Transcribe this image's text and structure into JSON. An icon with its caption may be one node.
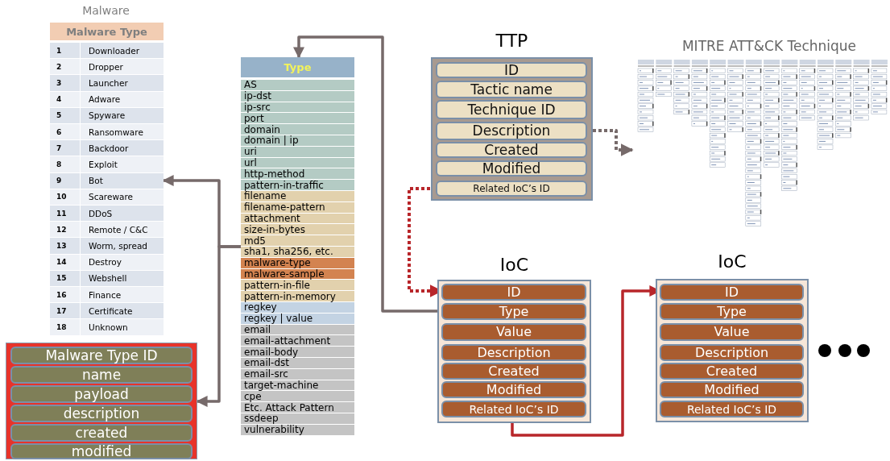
{
  "diagram": {
    "nodes": [
      {
        "text": [
          "Malware",
          "Malware Type"
        ]
      },
      {
        "text": [],
        "shape": "box"
      },
      {
        "text": [
          "Malware Type ID"
        ],
        "in": 1
      },
      {
        "text": [
          "name"
        ],
        "in": 1
      },
      {
        "text": [
          "payload"
        ],
        "in": 1
      },
      {
        "text": [
          "description"
        ],
        "in": 1
      },
      {
        "text": [
          "created"
        ],
        "in": 1
      },
      {
        "text": [
          "modified"
        ],
        "in": 1
      },
      {
        "text": [
          "Type"
        ]
      },
      {
        "text": [
          "TTP"
        ]
      },
      {
        "text": [
          "ID"
        ],
        "in": 9
      },
      {
        "text": [
          "Tactic name"
        ],
        "in": 9
      },
      {
        "text": [
          "Technique ID"
        ],
        "in": 9
      },
      {
        "text": [
          "Description"
        ],
        "in": 9
      },
      {
        "text": [
          "Created"
        ],
        "in": 9
      },
      {
        "text": [
          "Modified"
        ],
        "in": 9
      },
      {
        "text": [
          "Related IoC’s ID"
        ],
        "in": 9
      },
      {
        "text": [
          "MITRE ATT&CK Technique"
        ]
      },
      {
        "text": [
          "IoC"
        ]
      },
      {
        "text": [
          "ID"
        ],
        "in": 18
      },
      {
        "text": [
          "Type"
        ],
        "in": 18
      },
      {
        "text": [
          "Value"
        ],
        "in": 18
      },
      {
        "text": [
          "Description"
        ],
        "in": 18
      },
      {
        "text": [
          "Created"
        ],
        "in": 18
      },
      {
        "text": [
          "Modified"
        ],
        "in": 18
      },
      {
        "text": [
          "Related IoC’s ID"
        ],
        "in": 18
      },
      {
        "text": [
          "IoC"
        ]
      },
      {
        "text": [
          "ID"
        ],
        "in": 26
      },
      {
        "text": [
          "Type"
        ],
        "in": 26
      },
      {
        "text": [
          "Value"
        ],
        "in": 26
      },
      {
        "text": [
          "Description"
        ],
        "in": 26
      },
      {
        "text": [
          "Created"
        ],
        "in": 26
      },
      {
        "text": [
          "Modified"
        ],
        "in": 26
      },
      {
        "text": [
          "Related IoC’s ID"
        ],
        "in": 26
      }
    ],
    "edges": [
      {
        "from": 16,
        "to": 19,
        "arrow": "to",
        "style": "dashed",
        "color": "#b8262a"
      },
      {
        "from": 20,
        "to": 8,
        "arrow": "to"
      },
      {
        "from": 8,
        "to": 0,
        "arrow": "to"
      },
      {
        "from": 8,
        "to": 1,
        "arrow": "to"
      },
      {
        "from": 25,
        "to": 27,
        "arrow": "to",
        "color": "#b8262a"
      },
      {
        "from": 13,
        "to": 17,
        "arrow": "to",
        "style": "dashed"
      }
    ],
    "labels": [
      "1",
      "Downloader",
      "2",
      "Dropper",
      "3",
      "Launcher",
      "4",
      "Adware",
      "5",
      "Spyware",
      "6",
      "Ransomware",
      "7",
      "Backdoor",
      "8",
      "Exploit",
      "9",
      "Bot",
      "10",
      "Scareware",
      "11",
      "DDoS",
      "12",
      "Remote / C&C",
      "13",
      "Worm, spread",
      "14",
      "Destroy",
      "15",
      "Webshell",
      "16",
      "Finance",
      "17",
      "Certificate",
      "18",
      "Unknown",
      "AS",
      "ip-dst",
      "ip-src",
      "port",
      "domain",
      "domain | ip",
      "uri",
      "url",
      "http-method",
      "pattern-in-traffic",
      "filename",
      "filename-pattern",
      "attachment",
      "size-in-bytes",
      "md5",
      "sha1, sha256, etc.",
      "malware-type",
      "malware-sample",
      "pattern-in-file",
      "pattern-in-memory",
      "regkey",
      "regkey | value",
      "email",
      "email-attachment",
      "email-body",
      "email-dst",
      "email-src",
      "target-machine",
      "cpe",
      "Etc. Attack Pattern",
      "ssdeep",
      "vulnerability"
    ]
  }
}
